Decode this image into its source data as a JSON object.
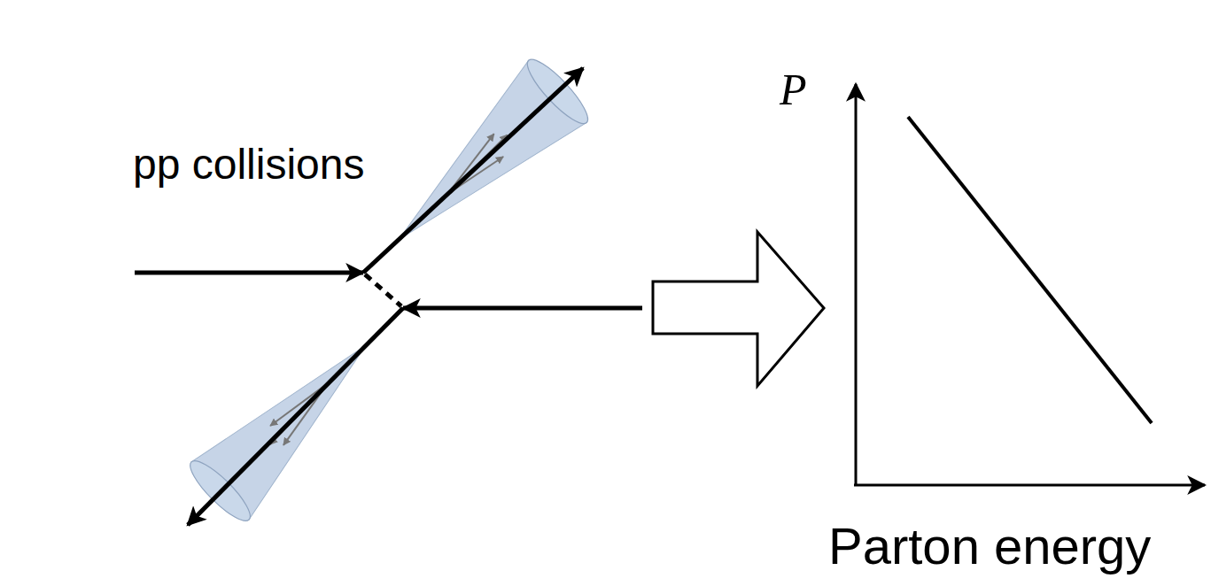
{
  "diagram": {
    "labels": [
      "pp collisions",
      "P",
      "Parton energy"
    ]
  }
}
